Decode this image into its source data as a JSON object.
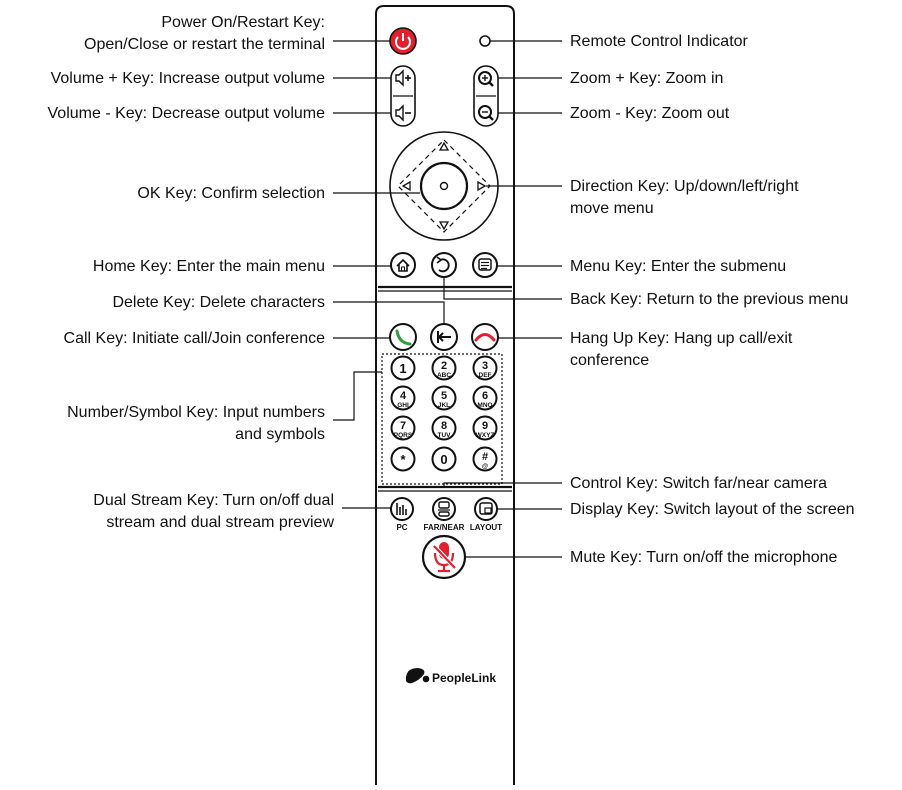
{
  "brand": {
    "name": "PeopleLink"
  },
  "colors": {
    "accent_red": "#e4202d",
    "call_green": "#2e9e3e",
    "ink": "#111111"
  },
  "remote": {
    "keypad": [
      {
        "digit": "1",
        "letters": ""
      },
      {
        "digit": "2",
        "letters": "ABC"
      },
      {
        "digit": "3",
        "letters": "DEF"
      },
      {
        "digit": "4",
        "letters": "GHI"
      },
      {
        "digit": "5",
        "letters": "JKL"
      },
      {
        "digit": "6",
        "letters": "MNO"
      },
      {
        "digit": "7",
        "letters": "PQRS"
      },
      {
        "digit": "8",
        "letters": "TUV"
      },
      {
        "digit": "9",
        "letters": "WXYZ"
      },
      {
        "digit": "*",
        "letters": ""
      },
      {
        "digit": "0",
        "letters": ""
      },
      {
        "digit": "#",
        "letters": "@"
      }
    ],
    "bottom_keys": {
      "pc": "PC",
      "far_near": "FAR/NEAR",
      "layout": "LAYOUT"
    }
  },
  "callouts": {
    "power": [
      "Power On/Restart Key:",
      "Open/Close or restart the terminal"
    ],
    "volume_up": [
      "Volume + Key: Increase output volume"
    ],
    "volume_down": [
      "Volume - Key: Decrease output volume"
    ],
    "ok": [
      "OK Key: Confirm selection"
    ],
    "home": [
      "Home Key: Enter the main menu"
    ],
    "delete": [
      "Delete Key: Delete characters"
    ],
    "call": [
      "Call Key: Initiate call/Join conference"
    ],
    "number": [
      "Number/Symbol Key: Input numbers",
      "and symbols"
    ],
    "dual_stream": [
      "Dual Stream Key: Turn on/off dual",
      "stream and dual stream preview"
    ],
    "indicator": [
      "Remote Control Indicator"
    ],
    "zoom_in": [
      "Zoom + Key: Zoom in"
    ],
    "zoom_out": [
      "Zoom - Key: Zoom out"
    ],
    "direction": [
      "Direction Key: Up/down/left/right",
      "move menu"
    ],
    "menu": [
      "Menu Key: Enter the submenu"
    ],
    "back": [
      "Back Key: Return to the previous menu"
    ],
    "hangup": [
      "Hang Up Key: Hang up call/exit",
      "conference"
    ],
    "control": [
      "Control Key: Switch far/near camera"
    ],
    "display": [
      "Display Key: Switch layout of the screen"
    ],
    "mute": [
      "Mute Key: Turn on/off the microphone"
    ]
  }
}
